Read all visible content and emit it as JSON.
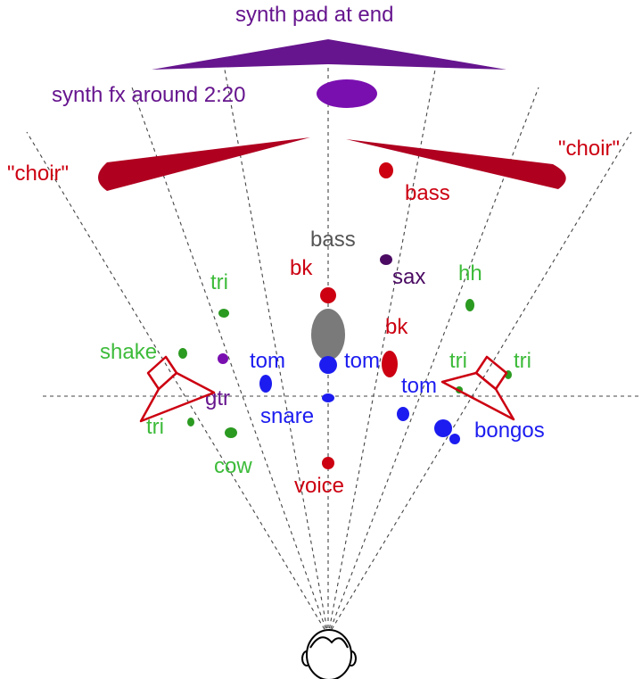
{
  "colors": {
    "purple": "#66158e",
    "bright_purple": "#7a0fb0",
    "red": "#cc0011",
    "dark_red": "#b00020",
    "green": "#2b9a21",
    "label_green": "#3dbb3a",
    "blue": "#1c1cf0",
    "gray": "#7a7a7a",
    "dark_gray": "#555555",
    "dark_purple": "#4b0b63"
  },
  "labels": {
    "synth_pad": "synth pad at end",
    "synth_fx": "synth fx around 2:20",
    "choir_left": "\"choir\"",
    "choir_right": "\"choir\"",
    "bass_red": "bass",
    "bass_gray": "bass",
    "sax": "sax",
    "bk_left": "bk",
    "bk_right": "bk",
    "hh": "hh",
    "tri_top": "tri",
    "shake": "shake",
    "tom_left": "tom",
    "tom_center": "tom",
    "tom_right": "tom",
    "tri_right_1": "tri",
    "tri_right_2": "tri",
    "gtr": "gtr",
    "snare": "snare",
    "tri_bottom": "tri",
    "bongos": "bongos",
    "cow": "cow",
    "voice": "voice"
  },
  "icons": {
    "left_speaker": "speaker-icon",
    "right_speaker": "speaker-icon",
    "listener": "listener-head-icon"
  }
}
